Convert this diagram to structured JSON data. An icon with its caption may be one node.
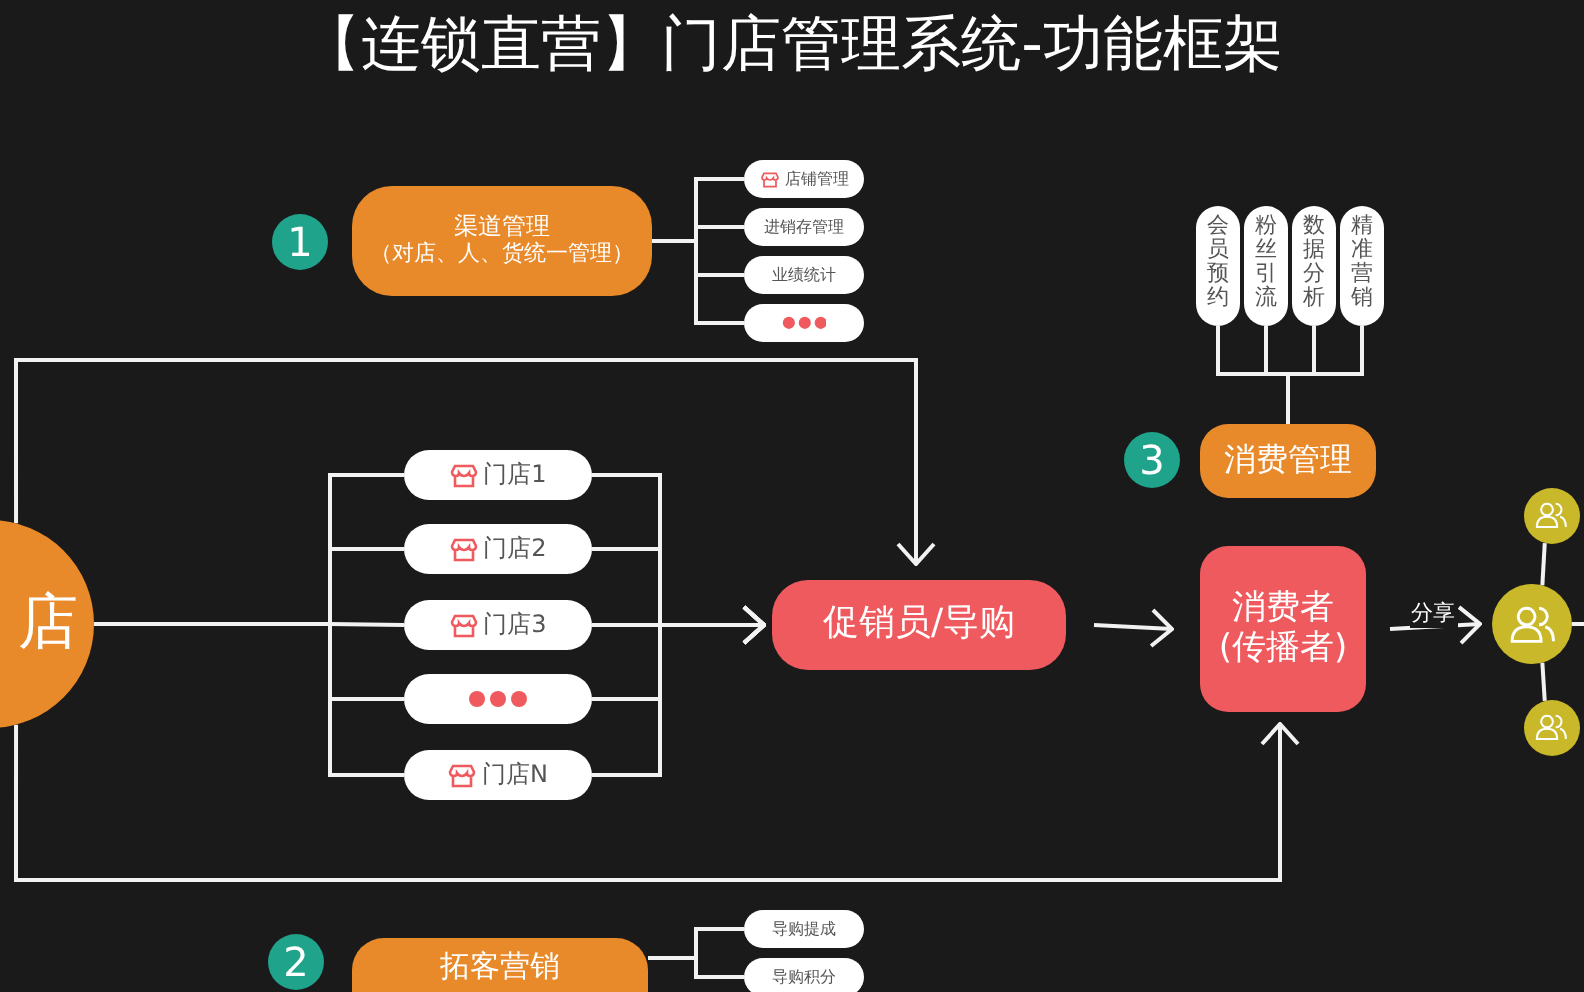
{
  "diagram": {
    "title": "【连锁直营】门店管理系统-功能框架",
    "nodes": [
      {
        "text": [
          "店"
        ]
      },
      {
        "text": [
          "1"
        ]
      },
      {
        "text": [
          "渠道管理",
          "（对店、人、货统一管理）"
        ]
      },
      {
        "text": [
          "店铺管理"
        ]
      },
      {
        "text": [
          "进销存管理"
        ]
      },
      {
        "text": [
          "业绩统计"
        ]
      },
      {
        "text": [],
        "shape": "box"
      },
      {
        "text": [
          "会员预约"
        ]
      },
      {
        "text": [
          "粉丝引流"
        ]
      },
      {
        "text": [
          "数据分析"
        ]
      },
      {
        "text": [
          "精准营销"
        ]
      },
      {
        "text": [
          "3"
        ]
      },
      {
        "text": [
          "消费管理"
        ]
      },
      {
        "text": [
          "门店1"
        ]
      },
      {
        "text": [
          "门店2"
        ]
      },
      {
        "text": [
          "门店3"
        ]
      },
      {
        "text": [],
        "shape": "box"
      },
      {
        "text": [
          "门店N"
        ]
      },
      {
        "text": [
          "促销员/导购"
        ]
      },
      {
        "text": [
          "消费者",
          "(传播者)"
        ]
      },
      {
        "text": [],
        "shape": "circle"
      },
      {
        "text": [],
        "shape": "circle"
      },
      {
        "text": [],
        "shape": "circle"
      },
      {
        "text": [
          "2"
        ]
      },
      {
        "text": [
          "拓客营销"
        ]
      },
      {
        "text": [
          "导购提成"
        ]
      },
      {
        "text": [
          "导购积分"
        ]
      }
    ],
    "edges": [
      {
        "from": 2,
        "to": 3,
        "arrow": "none"
      },
      {
        "from": 2,
        "to": 4,
        "arrow": "none"
      },
      {
        "from": 2,
        "to": 5,
        "arrow": "none"
      },
      {
        "from": 2,
        "to": 6,
        "arrow": "none"
      },
      {
        "from": 7,
        "to": 12,
        "arrow": "none"
      },
      {
        "from": 8,
        "to": 12,
        "arrow": "none"
      },
      {
        "from": 9,
        "to": 12,
        "arrow": "none"
      },
      {
        "from": 10,
        "to": 12,
        "arrow": "none"
      },
      {
        "from": 0,
        "to": 13,
        "arrow": "none"
      },
      {
        "from": 0,
        "to": 14,
        "arrow": "none"
      },
      {
        "from": 0,
        "to": 15,
        "arrow": "none"
      },
      {
        "from": 0,
        "to": 16,
        "arrow": "none"
      },
      {
        "from": 0,
        "to": 17,
        "arrow": "none"
      },
      {
        "from": 13,
        "to": 18,
        "arrow": "to"
      },
      {
        "from": 14,
        "to": 18,
        "arrow": "to"
      },
      {
        "from": 15,
        "to": 18,
        "arrow": "to"
      },
      {
        "from": 16,
        "to": 18,
        "arrow": "to"
      },
      {
        "from": 17,
        "to": 18,
        "arrow": "to"
      },
      {
        "from": 0,
        "to": 18,
        "arrow": "to"
      },
      {
        "from": 0,
        "to": 19,
        "arrow": "to"
      },
      {
        "from": 18,
        "to": 19,
        "arrow": "to"
      },
      {
        "from": 19,
        "to": 21,
        "arrow": "to",
        "label": "分享"
      },
      {
        "from": 21,
        "to": 20,
        "arrow": "none"
      },
      {
        "from": 21,
        "to": 22,
        "arrow": "none"
      },
      {
        "from": 21,
        "to": null,
        "arrow": "none"
      },
      {
        "from": 24,
        "to": 25,
        "arrow": "none"
      },
      {
        "from": 24,
        "to": 26,
        "arrow": "none"
      }
    ]
  }
}
